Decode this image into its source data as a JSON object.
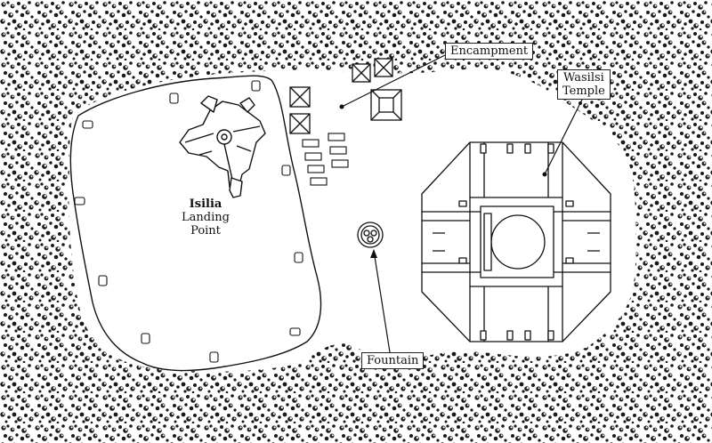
{
  "map": {
    "labels": {
      "encampment": "Encampment",
      "temple_line1": "Wasilsi",
      "temple_line2": "Temple",
      "landing_name": "Isilia",
      "landing_line2": "Landing",
      "landing_line3": "Point",
      "fountain": "Fountain"
    },
    "colors": {
      "ink": "#111111",
      "ground": "#ffffff",
      "foliage": "#1a1a1a"
    },
    "icons": [
      "starship-icon",
      "tent-icon",
      "fountain-icon",
      "temple-icon",
      "forest-texture"
    ]
  }
}
